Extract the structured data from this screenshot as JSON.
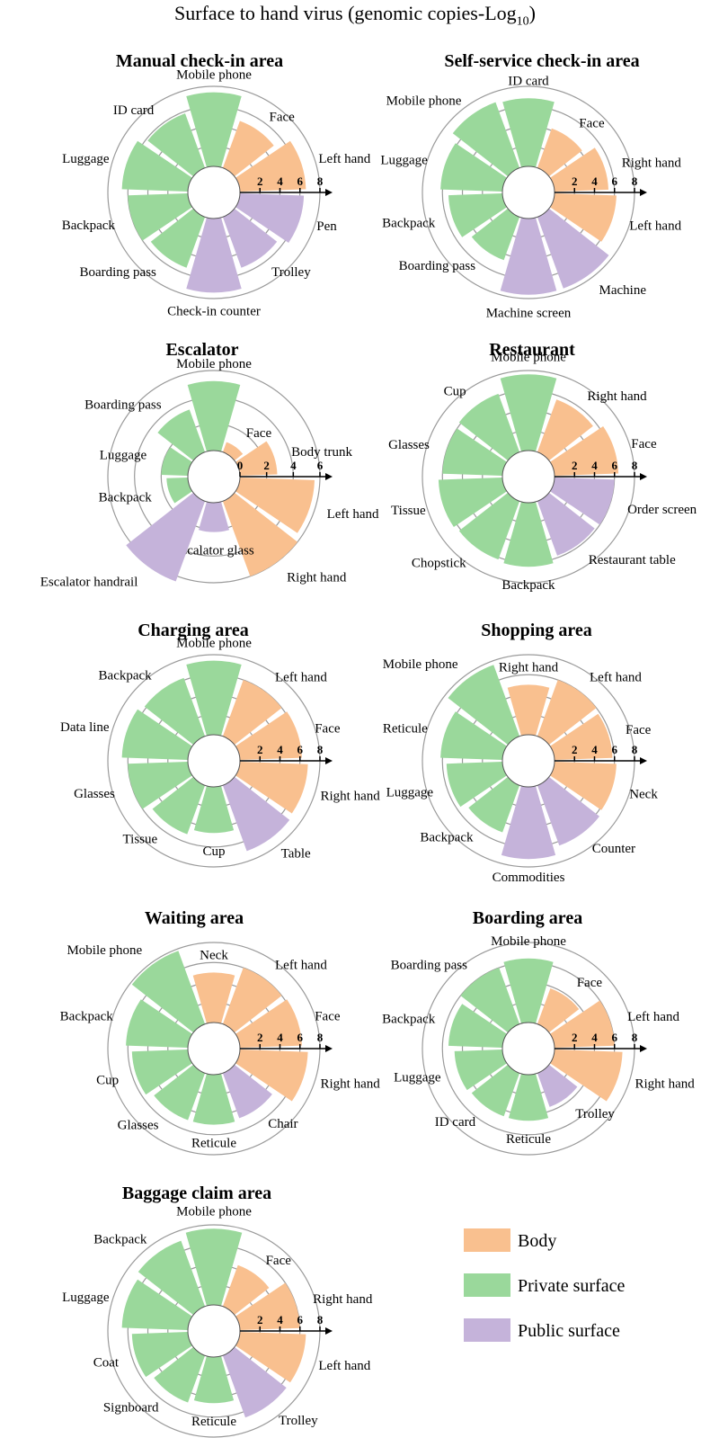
{
  "title": "Surface to hand virus (genomic copies-Log",
  "title_sub": "10",
  "title_close": ")",
  "colors": {
    "Body": "#f9c08f",
    "Private surface": "#9ad89b",
    "Public surface": "#c5b3da"
  },
  "legend": [
    "Body",
    "Private surface",
    "Public surface"
  ],
  "chart_data": [
    {
      "type": "radial-bar",
      "title": "Manual check-in area",
      "ticks": [
        "2",
        "4",
        "6",
        "8"
      ],
      "rmax": 8,
      "bars": [
        {
          "label": "Face",
          "value": 5.0,
          "group": "Body"
        },
        {
          "label": "Left hand",
          "value": 6.6,
          "group": "Body"
        },
        {
          "label": "Pen",
          "value": 6.4,
          "group": "Public surface"
        },
        {
          "label": "Trolley",
          "value": 5.4,
          "group": "Public surface"
        },
        {
          "label": "Check-in counter",
          "value": 7.4,
          "group": "Public surface"
        },
        {
          "label": "Boarding pass",
          "value": 5.4,
          "group": "Private surface"
        },
        {
          "label": "Backpack",
          "value": 6.0,
          "group": "Private surface"
        },
        {
          "label": "Luggage",
          "value": 6.6,
          "group": "Private surface"
        },
        {
          "label": "ID card",
          "value": 5.8,
          "group": "Private surface"
        },
        {
          "label": "Mobile phone",
          "value": 7.4,
          "group": "Private surface"
        }
      ]
    },
    {
      "type": "radial-bar",
      "title": "Self-service check-in area",
      "ticks": [
        "2",
        "4",
        "6",
        "8"
      ],
      "rmax": 8,
      "bars": [
        {
          "label": "Face",
          "value": 4.2,
          "group": "Body"
        },
        {
          "label": "Right hand",
          "value": 5.4,
          "group": "Body"
        },
        {
          "label": "Left hand",
          "value": 6.2,
          "group": "Body"
        },
        {
          "label": "Machine",
          "value": 7.6,
          "group": "Public surface"
        },
        {
          "label": "Machine screen",
          "value": 7.6,
          "group": "Public surface"
        },
        {
          "label": "Boarding pass",
          "value": 4.6,
          "group": "Private surface"
        },
        {
          "label": "Backpack",
          "value": 5.4,
          "group": "Private surface"
        },
        {
          "label": "Luggage",
          "value": 6.2,
          "group": "Private surface"
        },
        {
          "label": "Mobile phone",
          "value": 7.0,
          "group": "Private surface"
        },
        {
          "label": "ID card",
          "value": 6.8,
          "group": "Private surface"
        }
      ]
    },
    {
      "type": "radial-bar",
      "title": "Escalator",
      "ticks": [
        "0",
        "2",
        "4",
        "6"
      ],
      "rmax": 6,
      "bars": [
        {
          "label": "Face",
          "value": 0.8,
          "group": "Body"
        },
        {
          "label": "Body trunk",
          "value": 2.8,
          "group": "Body"
        },
        {
          "label": "Left hand",
          "value": 5.6,
          "group": "Body"
        },
        {
          "label": "Right hand",
          "value": 6.0,
          "group": "Body"
        },
        {
          "label": "Escalator glass",
          "value": 2.2,
          "group": "Public surface"
        },
        {
          "label": "Escalator handrail",
          "value": 6.4,
          "group": "Public surface"
        },
        {
          "label": "Backpack",
          "value": 1.6,
          "group": "Private surface"
        },
        {
          "label": "Luggage",
          "value": 2.0,
          "group": "Private surface"
        },
        {
          "label": "Boarding pass",
          "value": 3.4,
          "group": "Private surface"
        },
        {
          "label": "Mobile phone",
          "value": 5.2,
          "group": "Private surface"
        }
      ]
    },
    {
      "type": "radial-bar",
      "title": "Restaurant",
      "ticks": [
        "2",
        "4",
        "6",
        "8"
      ],
      "rmax": 8,
      "bars": [
        {
          "label": "Right hand",
          "value": 5.6,
          "group": "Body"
        },
        {
          "label": "Face",
          "value": 6.4,
          "group": "Body"
        },
        {
          "label": "Order screen",
          "value": 6.0,
          "group": "Public surface"
        },
        {
          "label": "Restaurant table",
          "value": 5.8,
          "group": "Public surface"
        },
        {
          "label": "Backpack",
          "value": 6.4,
          "group": "Private surface"
        },
        {
          "label": "Chopstick",
          "value": 6.2,
          "group": "Private surface"
        },
        {
          "label": "Tissue",
          "value": 6.4,
          "group": "Private surface"
        },
        {
          "label": "Glasses",
          "value": 6.0,
          "group": "Private surface"
        },
        {
          "label": "Cup",
          "value": 6.2,
          "group": "Private surface"
        },
        {
          "label": "Mobile phone",
          "value": 7.6,
          "group": "Private surface"
        }
      ]
    },
    {
      "type": "radial-bar",
      "title": "Charging area",
      "ticks": [
        "2",
        "4",
        "6",
        "8"
      ],
      "rmax": 8,
      "bars": [
        {
          "label": "Left hand",
          "value": 6.0,
          "group": "Body"
        },
        {
          "label": "Face",
          "value": 6.2,
          "group": "Body"
        },
        {
          "label": "Right hand",
          "value": 6.8,
          "group": "Body"
        },
        {
          "label": "Table",
          "value": 7.0,
          "group": "Public surface"
        },
        {
          "label": "Cup",
          "value": 4.6,
          "group": "Private surface"
        },
        {
          "label": "Tissue",
          "value": 5.2,
          "group": "Private surface"
        },
        {
          "label": "Glasses",
          "value": 6.0,
          "group": "Private surface"
        },
        {
          "label": "Data line",
          "value": 6.6,
          "group": "Private surface"
        },
        {
          "label": "Backpack",
          "value": 6.2,
          "group": "Private surface"
        },
        {
          "label": "Mobile phone",
          "value": 7.4,
          "group": "Private surface"
        }
      ]
    },
    {
      "type": "radial-bar",
      "title": "Shopping area",
      "ticks": [
        "2",
        "4",
        "6",
        "8"
      ],
      "rmax": 8,
      "bars": [
        {
          "label": "Left hand",
          "value": 6.0,
          "group": "Body"
        },
        {
          "label": "Face",
          "value": 5.8,
          "group": "Body"
        },
        {
          "label": "Neck",
          "value": 6.2,
          "group": "Body"
        },
        {
          "label": "Counter",
          "value": 6.4,
          "group": "Public surface"
        },
        {
          "label": "Commodities",
          "value": 7.2,
          "group": "Public surface"
        },
        {
          "label": "Backpack",
          "value": 5.0,
          "group": "Private surface"
        },
        {
          "label": "Luggage",
          "value": 5.6,
          "group": "Private surface"
        },
        {
          "label": "Reticule",
          "value": 6.2,
          "group": "Private surface"
        },
        {
          "label": "Mobile phone",
          "value": 7.6,
          "group": "Private surface"
        },
        {
          "label": "Right hand",
          "value": 5.0,
          "group": "Body"
        }
      ]
    },
    {
      "type": "radial-bar",
      "title": "Waiting area",
      "ticks": [
        "2",
        "4",
        "6",
        "8"
      ],
      "rmax": 8,
      "bars": [
        {
          "label": "Left hand",
          "value": 6.0,
          "group": "Body"
        },
        {
          "label": "Face",
          "value": 6.2,
          "group": "Body"
        },
        {
          "label": "Right hand",
          "value": 6.8,
          "group": "Body"
        },
        {
          "label": "Chair",
          "value": 4.8,
          "group": "Public surface"
        },
        {
          "label": "Reticule",
          "value": 5.0,
          "group": "Private surface"
        },
        {
          "label": "Glasses",
          "value": 5.0,
          "group": "Private surface"
        },
        {
          "label": "Cup",
          "value": 5.6,
          "group": "Private surface"
        },
        {
          "label": "Backpack",
          "value": 6.2,
          "group": "Private surface"
        },
        {
          "label": "Mobile phone",
          "value": 7.8,
          "group": "Private surface"
        },
        {
          "label": "Neck",
          "value": 5.0,
          "group": "Body"
        }
      ]
    },
    {
      "type": "radial-bar",
      "title": "Boarding area",
      "ticks": [
        "2",
        "4",
        "6",
        "8"
      ],
      "rmax": 8,
      "bars": [
        {
          "label": "Face",
          "value": 3.8,
          "group": "Body"
        },
        {
          "label": "Left hand",
          "value": 6.0,
          "group": "Body"
        },
        {
          "label": "Right hand",
          "value": 6.8,
          "group": "Body"
        },
        {
          "label": "Trolley",
          "value": 3.6,
          "group": "Public surface"
        },
        {
          "label": "Reticule",
          "value": 4.6,
          "group": "Private surface"
        },
        {
          "label": "ID card",
          "value": 4.6,
          "group": "Private surface"
        },
        {
          "label": "Luggage",
          "value": 4.8,
          "group": "Private surface"
        },
        {
          "label": "Backpack",
          "value": 5.4,
          "group": "Private surface"
        },
        {
          "label": "Boarding pass",
          "value": 6.0,
          "group": "Private surface"
        },
        {
          "label": "Mobile phone",
          "value": 6.4,
          "group": "Private surface"
        }
      ]
    },
    {
      "type": "radial-bar",
      "title": "Baggage claim area",
      "ticks": [
        "2",
        "4",
        "6",
        "8"
      ],
      "rmax": 8,
      "bars": [
        {
          "label": "Face",
          "value": 4.4,
          "group": "Body"
        },
        {
          "label": "Right hand",
          "value": 6.0,
          "group": "Body"
        },
        {
          "label": "Left hand",
          "value": 6.6,
          "group": "Body"
        },
        {
          "label": "Trolley",
          "value": 6.6,
          "group": "Public surface"
        },
        {
          "label": "Reticule",
          "value": 4.6,
          "group": "Private surface"
        },
        {
          "label": "Signboard",
          "value": 5.0,
          "group": "Private surface"
        },
        {
          "label": "Coat",
          "value": 5.6,
          "group": "Private surface"
        },
        {
          "label": "Luggage",
          "value": 6.6,
          "group": "Private surface"
        },
        {
          "label": "Backpack",
          "value": 7.0,
          "group": "Private surface"
        },
        {
          "label": "Mobile phone",
          "value": 7.6,
          "group": "Private surface"
        }
      ]
    }
  ]
}
